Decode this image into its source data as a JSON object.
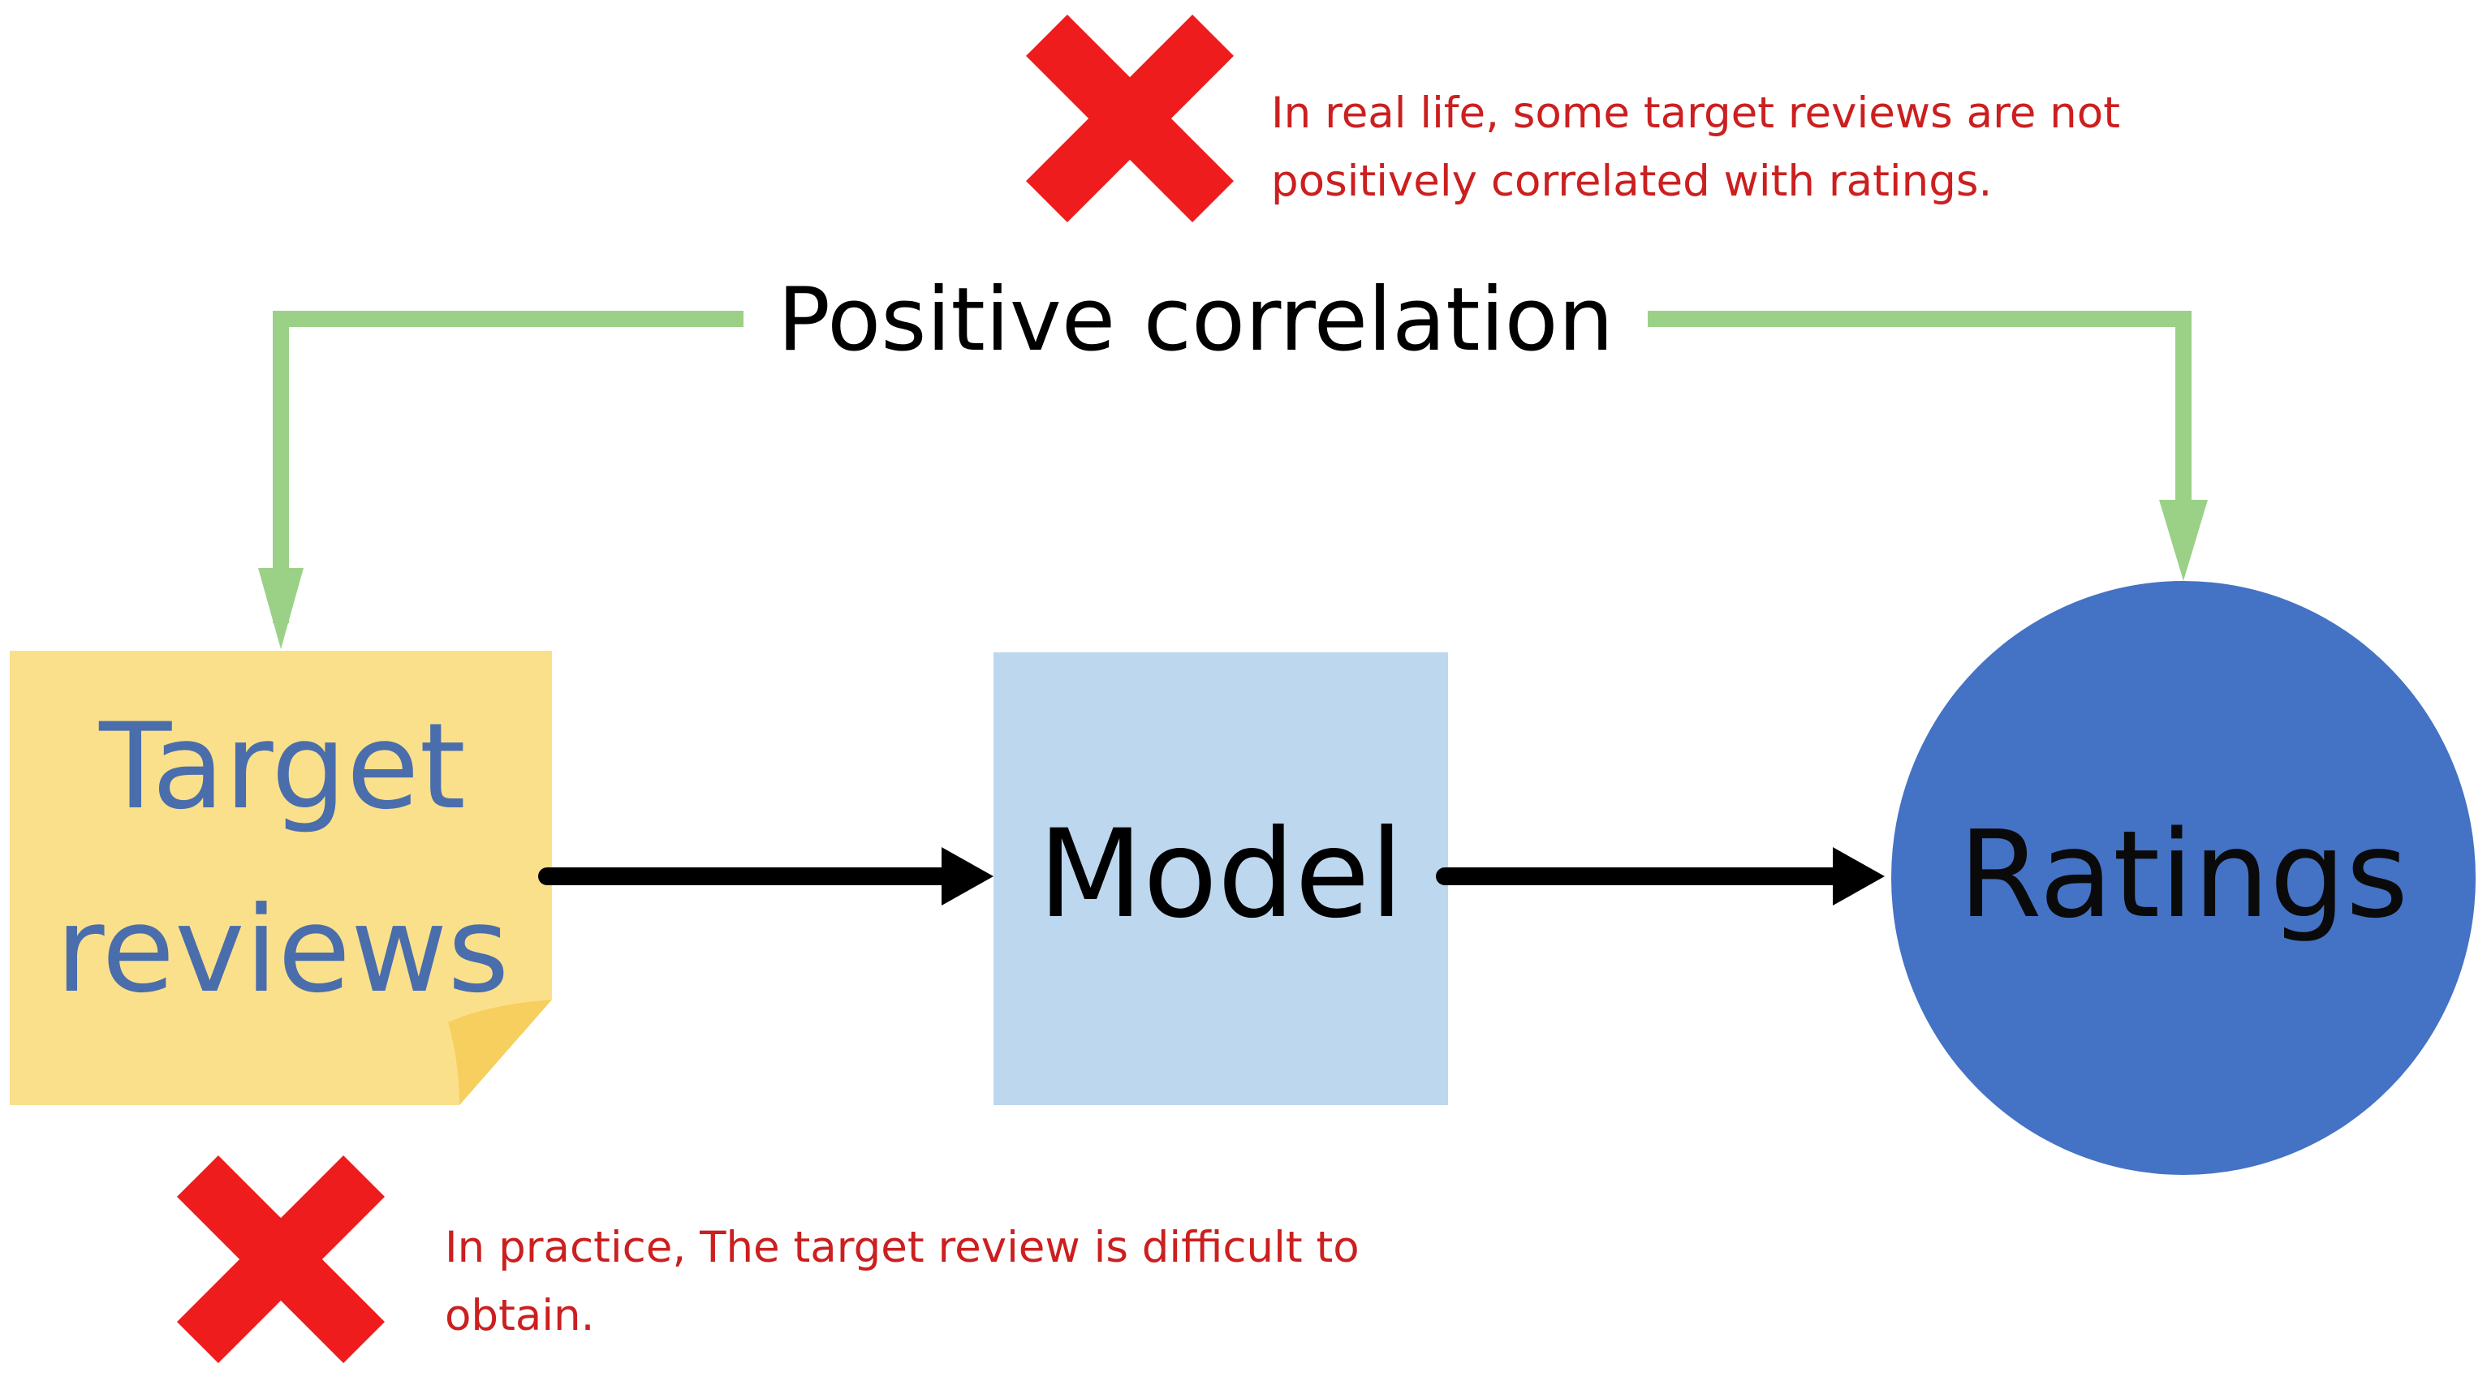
{
  "nodes": {
    "target_reviews": {
      "label": "Target\nreviews",
      "fill": "#fbe08c",
      "text_color": "#4a6eac"
    },
    "model": {
      "label": "Model",
      "fill": "#bdd7ee",
      "text_color": "#000000"
    },
    "ratings": {
      "label": "Ratings",
      "fill": "#4472c4",
      "text_color": "#0a0a0a"
    }
  },
  "edges": {
    "positive_correlation": {
      "label": "Positive correlation",
      "color": "#9bd187"
    },
    "flow_color": "#000000"
  },
  "notes": {
    "top": "In real life, some target reviews are not\npositively correlated with ratings.",
    "bottom": "In practice, The target review is difficult to\nobtain."
  },
  "marker_color": "#ee1c1c",
  "note_color": "#cc1f1f"
}
